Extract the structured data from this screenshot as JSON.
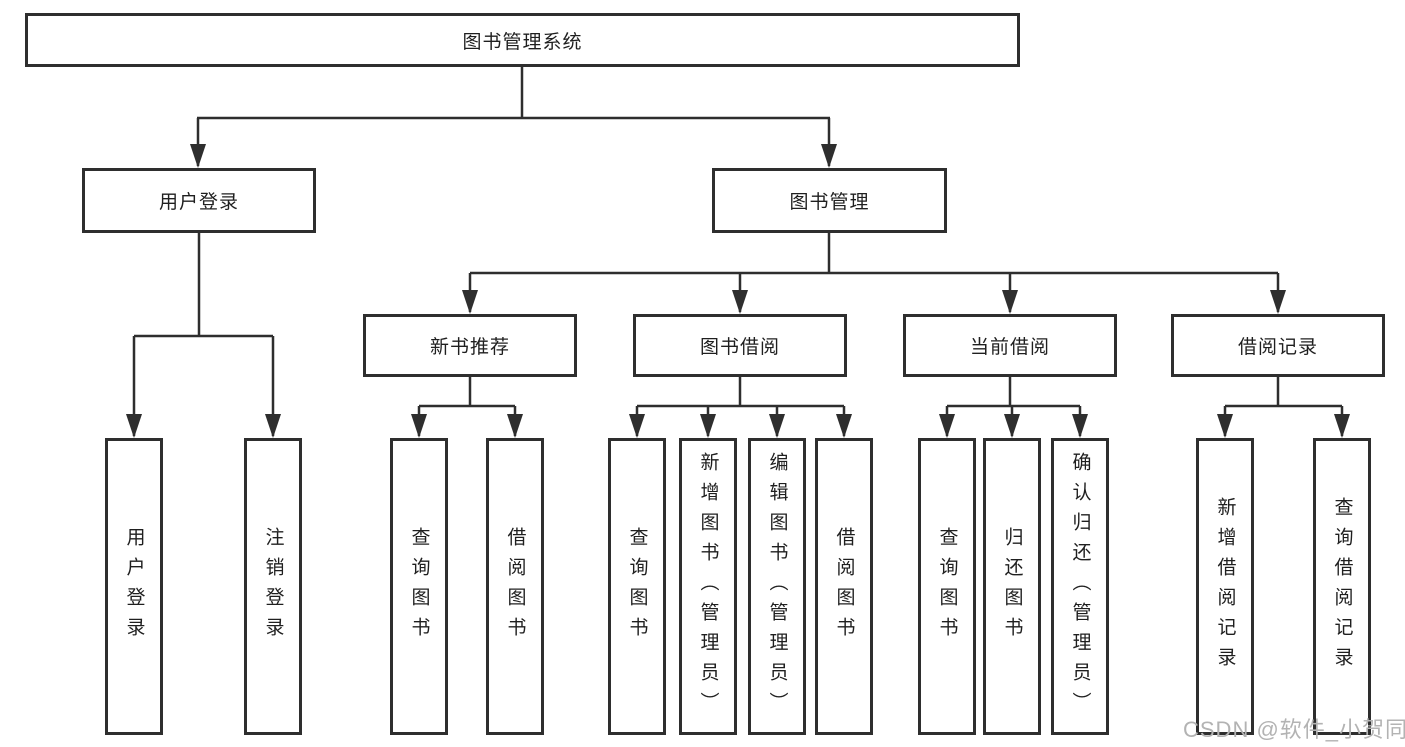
{
  "colors": {
    "line": "#2e2e2e",
    "text": "#1f1f1f",
    "watermark": "#b3b3b3",
    "background": "#ffffff"
  },
  "tree": {
    "root": {
      "label": "图书管理系统"
    },
    "level2": [
      {
        "label": "用户登录",
        "children": [
          {
            "label": "用户登录"
          },
          {
            "label": "注销登录"
          }
        ]
      },
      {
        "label": "图书管理",
        "children": [
          {
            "label": "新书推荐",
            "children": [
              {
                "label": "查询图书"
              },
              {
                "label": "借阅图书"
              }
            ]
          },
          {
            "label": "图书借阅",
            "children": [
              {
                "label": "查询图书"
              },
              {
                "label": "新增图书（管理员）"
              },
              {
                "label": "编辑图书（管理员）"
              },
              {
                "label": "借阅图书"
              }
            ]
          },
          {
            "label": "当前借阅",
            "children": [
              {
                "label": "查询图书"
              },
              {
                "label": "归还图书"
              },
              {
                "label": "确认归还（管理员）"
              }
            ]
          },
          {
            "label": "借阅记录",
            "children": [
              {
                "label": "新增借阅记录"
              },
              {
                "label": "查询借阅记录"
              }
            ]
          }
        ]
      }
    ]
  },
  "watermark": {
    "text": "CSDN @软件_小贺同学"
  }
}
